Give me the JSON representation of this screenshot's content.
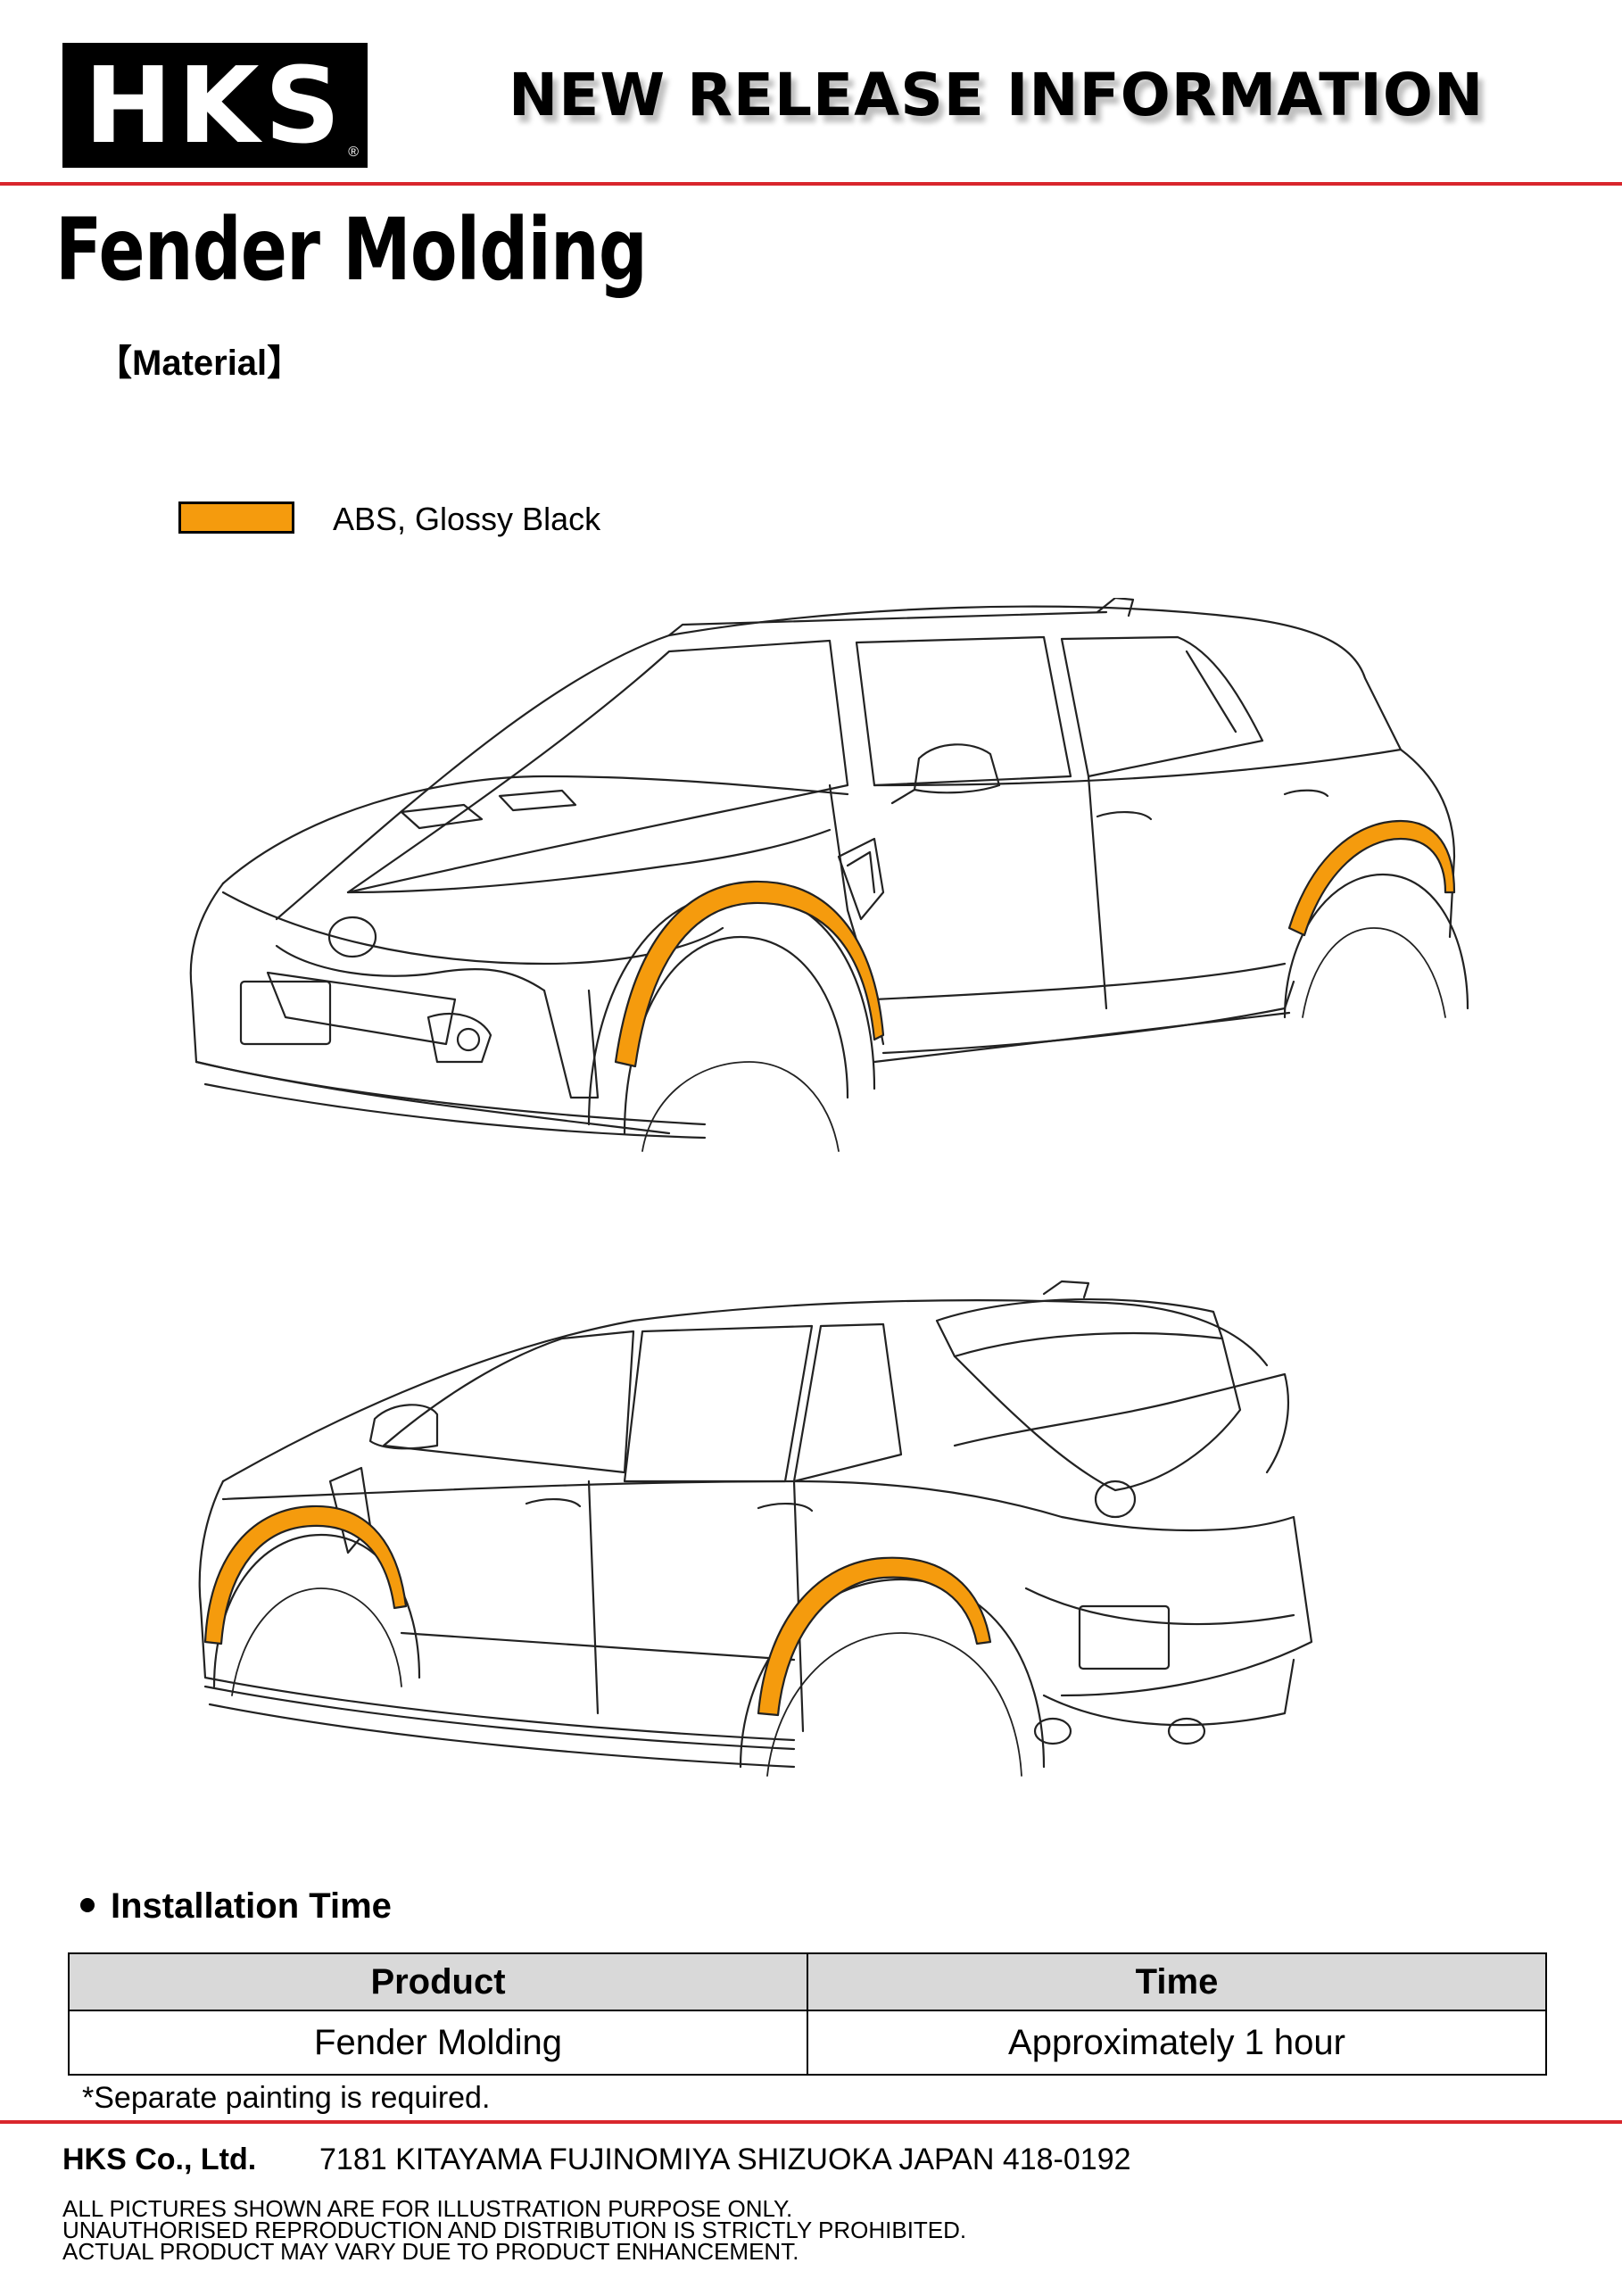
{
  "header": {
    "logo_text": "HKS",
    "logo_mark": "®",
    "title": "NEW RELEASE INFORMATION"
  },
  "product": {
    "title": "Fender Molding",
    "material_heading": "【Material】"
  },
  "material_legend": {
    "swatch_color": "#f59b0d",
    "label": "ABS, Glossy Black"
  },
  "installation": {
    "heading": "Installation Time",
    "columns": [
      "Product",
      "Time"
    ],
    "rows": [
      [
        "Fender Molding",
        "Approximately 1 hour"
      ]
    ],
    "note": "*Separate painting is required."
  },
  "footer": {
    "company": "HKS Co., Ltd.",
    "address": "7181 KITAYAMA FUJINOMIYA SHIZUOKA JAPAN 418-0192",
    "disclaimer": [
      "ALL PICTURES SHOWN ARE FOR ILLUSTRATION PURPOSE ONLY.",
      "UNAUTHORISED REPRODUCTION AND DISTRIBUTION IS STRICTLY PROHIBITED.",
      "ACTUAL PRODUCT MAY VARY DUE TO PRODUCT ENHANCEMENT."
    ]
  },
  "colors": {
    "accent_red": "#d9262c",
    "part_orange": "#f59b0d"
  }
}
